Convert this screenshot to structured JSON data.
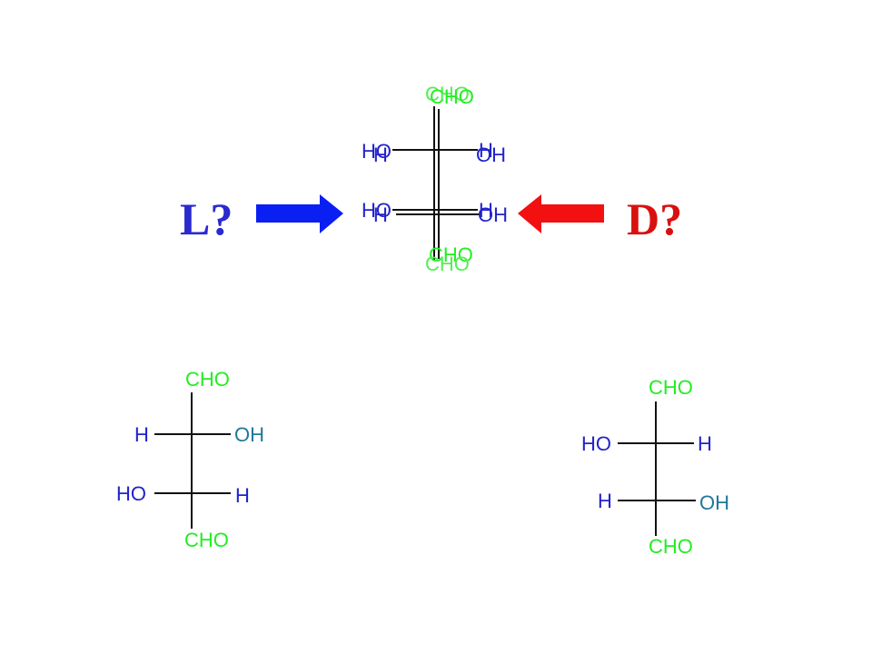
{
  "labels": {
    "left_question": "L?",
    "right_question": "D?"
  },
  "colors": {
    "left_arrow": "#0a1ff2",
    "right_arrow": "#f21010",
    "question_left": "#2a2ad0",
    "question_right": "#d91010",
    "group_aldehyde": "#22ee22",
    "group_substituent": "#2222cc",
    "group_hydroxyl_teal": "#227799"
  },
  "overlay": {
    "top_a": "CHO",
    "top_b": "CHO",
    "r1_left_a": "HO",
    "r1_left_b": "H",
    "r1_right_a": "H",
    "r1_right_b": "OH",
    "r2_left_a": "HO",
    "r2_left_b": "H",
    "r2_right_a": "H",
    "r2_right_b": "OH",
    "bottom_a": "CHO",
    "bottom_b": "CHO"
  },
  "left_structure": {
    "top": "CHO",
    "r1_left": "H",
    "r1_right": "OH",
    "r2_left": "HO",
    "r2_right": "H",
    "bottom": "CHO"
  },
  "right_structure": {
    "top": "CHO",
    "r1_left": "HO",
    "r1_right": "H",
    "r2_left": "H",
    "r2_right": "OH",
    "bottom": "CHO"
  }
}
